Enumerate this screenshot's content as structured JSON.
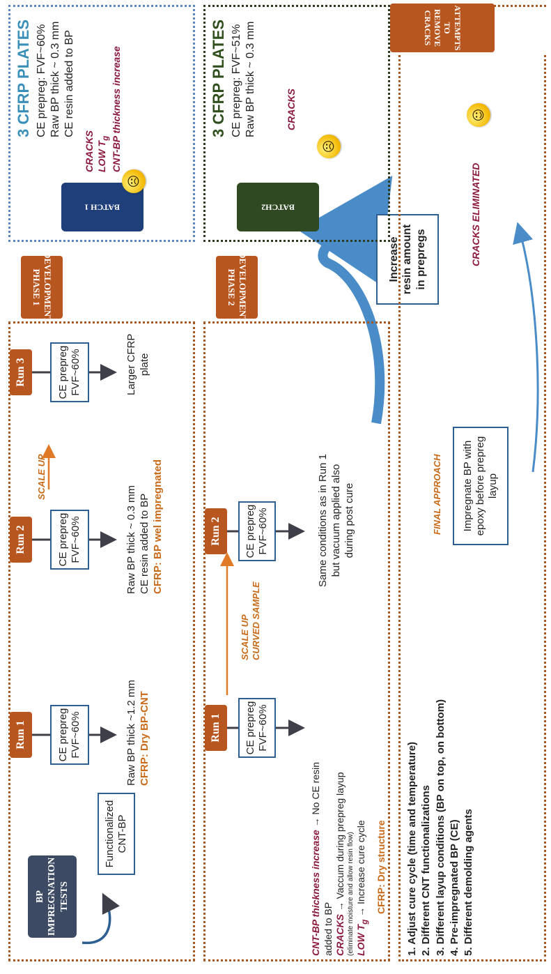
{
  "impregnation": {
    "title_line1": "BP",
    "title_line2": "IMPREGNATION",
    "title_line3": "TESTS",
    "box_line1": "Functionalized",
    "box_line2": "CNT-BP"
  },
  "phase1": {
    "label_line1": "DEVELOPMENT",
    "label_line2": "PHASE 1",
    "run1": "Run 1",
    "run2": "Run 2",
    "run3": "Run 3",
    "prepreg_line1": "CE prepreg",
    "prepreg_line2": "FVF~60%",
    "scale_up": "SCALE UP",
    "run1_text1": "Raw BP thick ~1.2 mm",
    "run1_text2": "CFRP: Dry BP-CNT",
    "run2_text1": "Raw BP thick ~ 0.3 mm",
    "run2_text2": "CE resin added to BP",
    "run2_text3": "CFRP: BP wel impregnated",
    "run3_text1": "Larger CFRP",
    "run3_text2": "plate"
  },
  "batch1": {
    "label": "BATCH 1",
    "title": "3 CFRP PLATES",
    "line1": "CE prepreg: FVF~60%",
    "line2": "Raw BP thick ~ 0.3 mm",
    "line3": "CE resin added to BP",
    "issue1": "CRACKS",
    "issue2": "LOW T",
    "issue2_sub": "g",
    "issue3": "CNT-BP thickness increase"
  },
  "phase2": {
    "label_line1": "DEVELOPMENT",
    "label_line2": "PHASE 2",
    "run1": "Run 1",
    "run2": "Run 2",
    "prepreg_line1": "CE prepreg",
    "prepreg_line2": "FVF~60%",
    "scale_line1": "SCALE UP",
    "scale_line2": "CURVED SAMPLE",
    "cnt_issue": "CNT-BP thickness increase",
    "cnt_fix": "No CE resin",
    "cnt_fix2": "added to BP",
    "cracks_issue": "CRACKS",
    "cracks_fix": "Vaccum during prepreg layup",
    "cracks_note": "(eliminate moisture and allow resin flow)",
    "lowtg_issue": "LOW T",
    "lowtg_sub": "g",
    "lowtg_fix": "Increase cure cycle",
    "arrow": "→",
    "result": "CFRP: Dry structure",
    "run2_text1": "Same conditions as in Run 1",
    "run2_text2": "but vacuum applied also",
    "run2_text3": "during post cure",
    "increase_line1": "Increase",
    "increase_line2": "resin amount",
    "increase_line3": "in prepregs"
  },
  "batch2": {
    "label": "BATCH2",
    "title": "3 CFRP PLATES",
    "line1": "CE prepreg: FVF~51%",
    "line2": "Raw BP thick ~ 0.3 mm",
    "issue": "CRACKS"
  },
  "attempts": {
    "label_line1": "ATTEMPTS TO",
    "label_line2": "REMOVE",
    "label_line3": "CRACKS",
    "items": [
      "1.  Adjust cure cycle (time and temperature)",
      "2.  Different CNT functionalizations",
      "3.  Different layup conditions  (BP on top, on bottom)",
      "4.  Pre-impregnated BP (CE)",
      "5.  Different demolding agents"
    ],
    "final_label": "FINAL APPROACH",
    "final_line1": "Impregnate BP with",
    "final_line2": "epoxy before prepreg",
    "final_line3": "layup",
    "result": "CRACKS ELIMINATED"
  },
  "colors": {
    "orange": "#b8561f",
    "navy": "#1f3f7a",
    "dark_green": "#2f4a23",
    "slate": "#3c4a63"
  }
}
